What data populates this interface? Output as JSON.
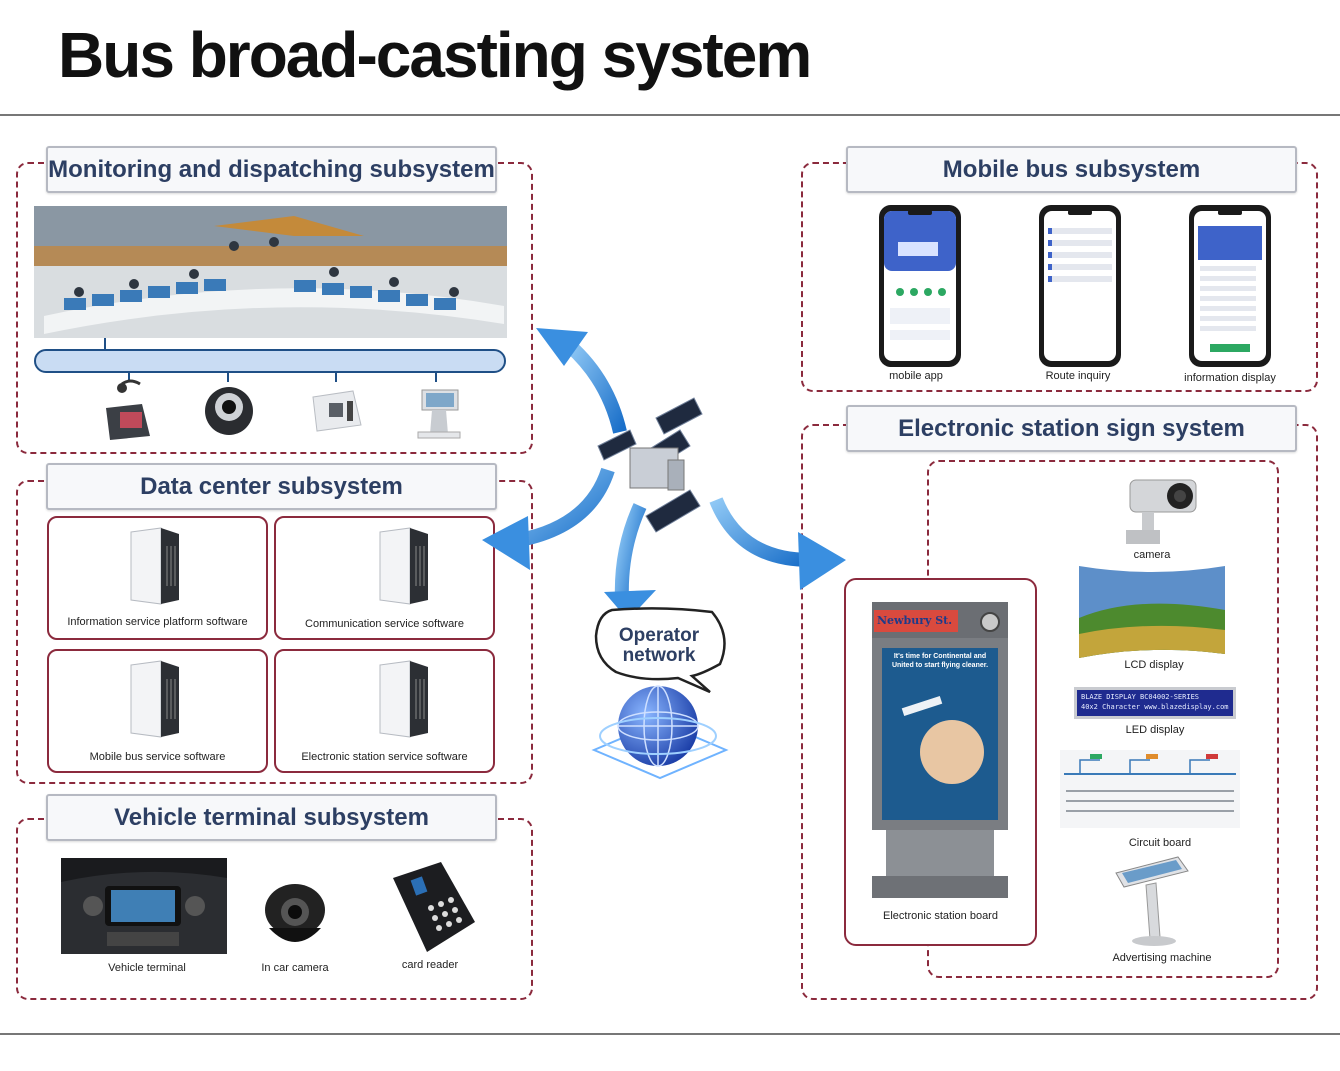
{
  "page": {
    "title": "Bus broad-casting system"
  },
  "colors": {
    "accent": "#8b2a3d",
    "header_text": "#2d3f63",
    "arrow": "#2d8be0"
  },
  "monitoring": {
    "title": "Monitoring and dispatching subsystem",
    "devices": [
      "headset-phone-icon",
      "camera-dome-icon",
      "card-reader-icon",
      "pos-terminal-icon"
    ]
  },
  "datacenter": {
    "title": "Data center subsystem",
    "items": [
      {
        "label": "Information service platform software"
      },
      {
        "label": "Communication service software"
      },
      {
        "label": "Mobile bus service software"
      },
      {
        "label": "Electronic station service software"
      }
    ]
  },
  "vehicle": {
    "title": "Vehicle terminal subsystem",
    "items": [
      {
        "label": "Vehicle terminal"
      },
      {
        "label": "In car camera"
      },
      {
        "label": "card reader"
      }
    ]
  },
  "mobile": {
    "title": "Mobile bus subsystem",
    "items": [
      {
        "label": "mobile app"
      },
      {
        "label": "Route inquiry"
      },
      {
        "label": "information display"
      }
    ]
  },
  "station": {
    "title": "Electronic station sign system",
    "board": {
      "label": "Electronic station board",
      "sign": "Newbury St.",
      "poster_text": "It's time for Continental and United to start flying cleaner."
    },
    "items": [
      {
        "label": "camera"
      },
      {
        "label": "LCD display"
      },
      {
        "label": "LED display",
        "screen_line1": "BLAZE  DISPLAY   BC04002-SERIES",
        "screen_line2": "40x2 Character  www.blazedisplay.com"
      },
      {
        "label": "Circuit board"
      },
      {
        "label": "Advertising machine"
      }
    ]
  },
  "network": {
    "label": "Operator network"
  }
}
